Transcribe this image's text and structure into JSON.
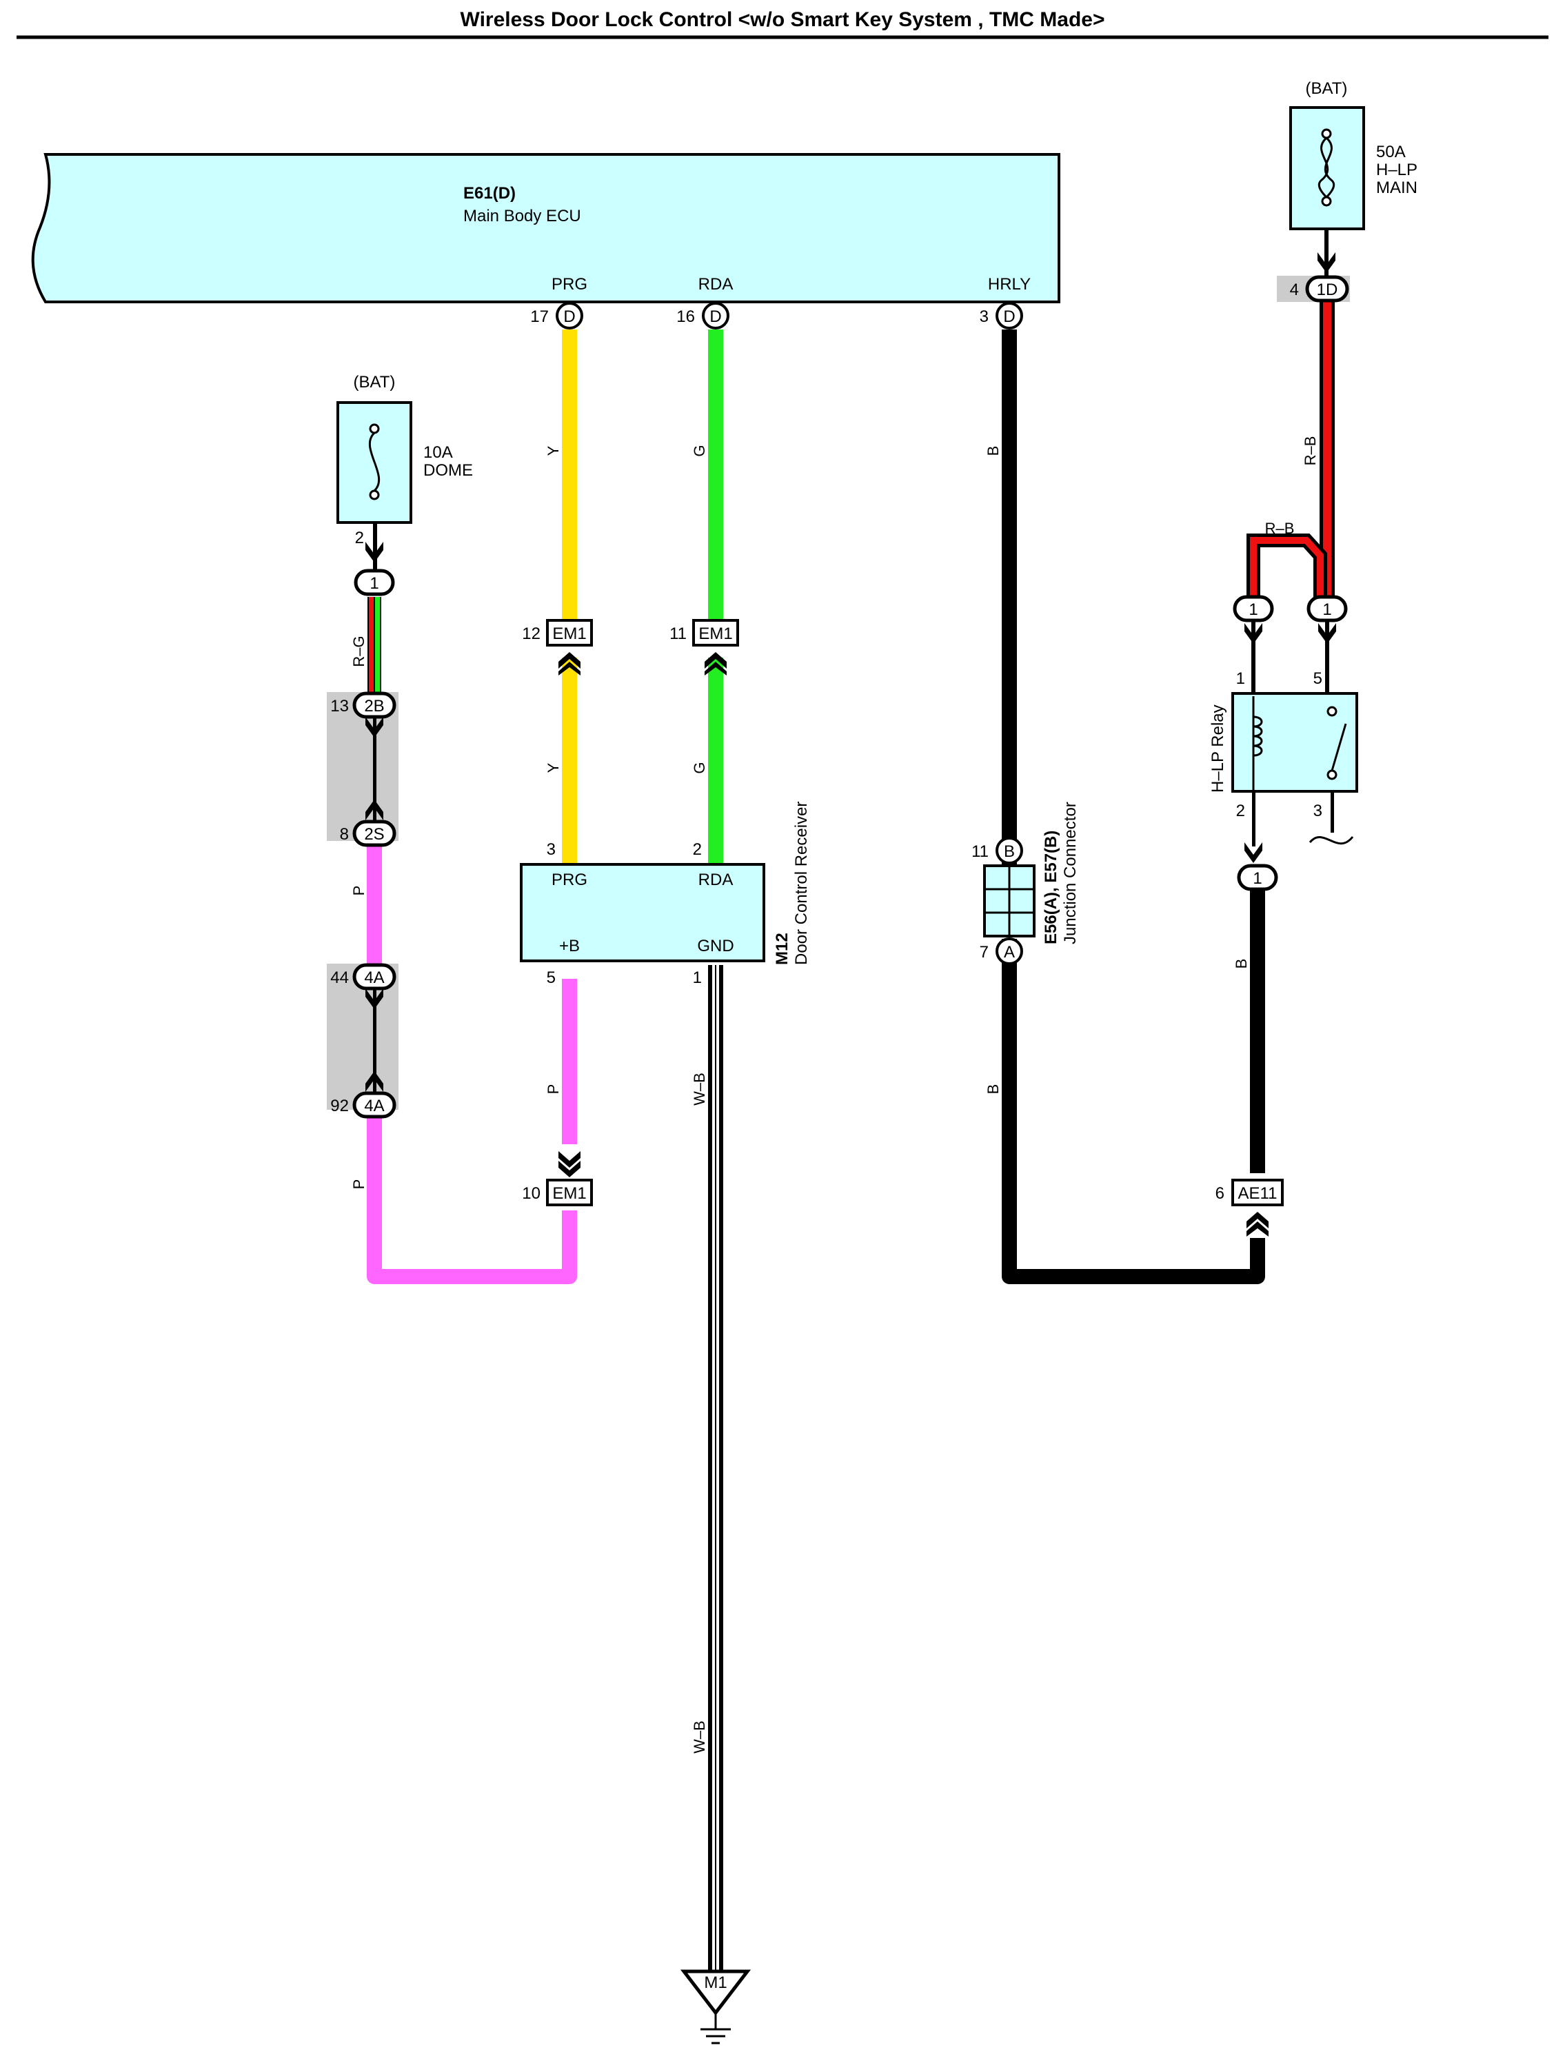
{
  "title": "Wireless Door Lock Control <w/o Smart Key System , TMC Made>",
  "colors": {
    "component_fill": "#ccffff",
    "yellow": "#ffe000",
    "green": "#22ee22",
    "pink": "#ff66ff",
    "red": "#ee1111",
    "black": "#000000",
    "shade": "#cccccc"
  },
  "ecu": {
    "code": "E61(D)",
    "name": "Main Body ECU",
    "pins": [
      {
        "label": "PRG",
        "num": "17",
        "letter": "D"
      },
      {
        "label": "RDA",
        "num": "16",
        "letter": "D"
      },
      {
        "label": "HRLY",
        "num": "3",
        "letter": "D"
      }
    ]
  },
  "fuse_dome": {
    "source": "(BAT)",
    "rating": "10A",
    "name": "DOME",
    "pin": "2",
    "conn": "1"
  },
  "fuse_hlp": {
    "source": "(BAT)",
    "rating": "50A",
    "name1": "H–LP",
    "name2": "MAIN",
    "pin": "4",
    "conn": "1D"
  },
  "wires": {
    "rg": "R–G",
    "p": "P",
    "y": "Y",
    "g": "G",
    "b": "B",
    "wb": "W–B",
    "rb": "R–B"
  },
  "left_connectors": [
    {
      "num": "13",
      "code": "2B"
    },
    {
      "num": "8",
      "code": "2S"
    },
    {
      "num": "44",
      "code": "4A"
    },
    {
      "num": "92",
      "code": "4A"
    }
  ],
  "em1": [
    {
      "num": "12",
      "code": "EM1"
    },
    {
      "num": "11",
      "code": "EM1"
    },
    {
      "num": "10",
      "code": "EM1"
    }
  ],
  "receiver": {
    "code": "M12",
    "name": "Door Control Receiver",
    "pins": [
      {
        "label": "PRG",
        "num": "3"
      },
      {
        "label": "RDA",
        "num": "2"
      },
      {
        "label": "+B",
        "num": "5"
      },
      {
        "label": "GND",
        "num": "1"
      }
    ]
  },
  "junction": {
    "code": "E56(A), E57(B)",
    "name": "Junction Connector",
    "top_num": "11",
    "top_letter": "B",
    "bot_num": "7",
    "bot_letter": "A"
  },
  "relay": {
    "name": "H–LP Relay",
    "pins": [
      "1",
      "5",
      "2",
      "3"
    ],
    "conn": "1"
  },
  "ae11": {
    "num": "6",
    "code": "AE11"
  },
  "ground": {
    "code": "M1"
  }
}
